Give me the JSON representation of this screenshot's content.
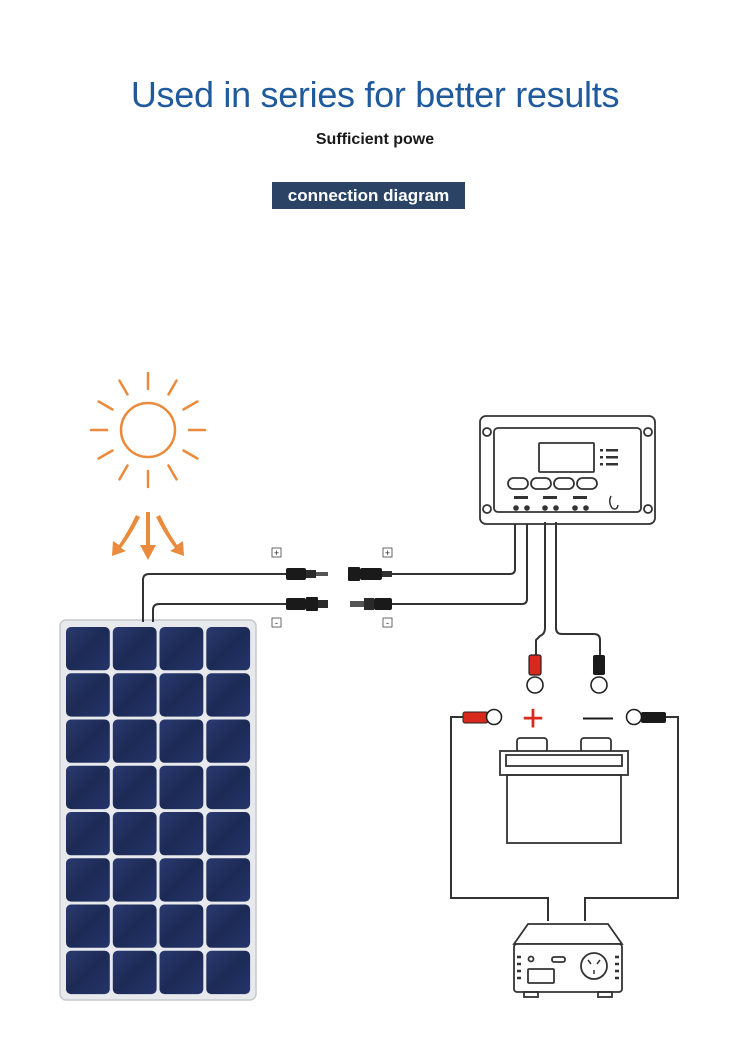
{
  "header": {
    "title": "Used in series for better results",
    "subtitle": "Sufficient powe",
    "badge": "connection diagram"
  },
  "diagram": {
    "connector_labels": [
      "+",
      "-",
      "+",
      "-"
    ],
    "battery_labels": {
      "positive": "+",
      "negative": "—"
    },
    "panel_grid": {
      "rows": 8,
      "columns": 4
    },
    "colors": {
      "title": "#1e5a9c",
      "badge": "#2b4466",
      "sun": "#e98a3c",
      "cell": "#1c2a55",
      "wire": "#333333",
      "positive": "#d9291c",
      "negative": "#1a1a1a"
    },
    "nodes": [
      "sun",
      "solar-panel",
      "mc4-connectors",
      "charge-controller",
      "battery",
      "inverter"
    ]
  }
}
